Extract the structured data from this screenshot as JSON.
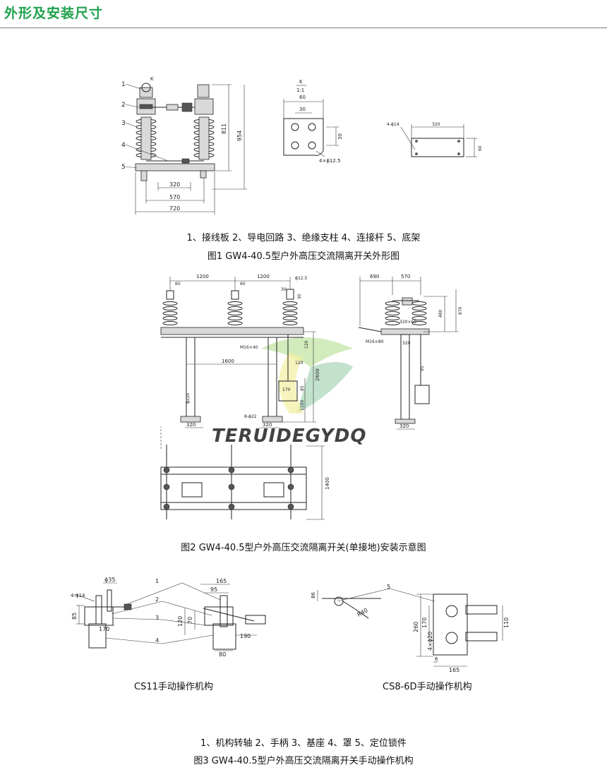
{
  "header": {
    "title": "外形及安装尺寸"
  },
  "fig1": {
    "legend": "1、接线板   2、导电回路   3、绝缘支柱   4、连接杆   5、底架",
    "caption": "图1  GW4-40.5型户外高压交流隔离开关外形图",
    "part_numbers": [
      "1",
      "2",
      "3",
      "4",
      "5"
    ],
    "k_label": "K",
    "dims": {
      "d320": "320",
      "d570": "570",
      "d720": "720",
      "d811": "811",
      "d954": "954"
    },
    "detail": {
      "k": "K",
      "scale": "1:1",
      "d60": "60",
      "d30a": "30",
      "d30b": "30",
      "holes": "4×ϕ12.5"
    },
    "base": {
      "holes": "4-ϕ14",
      "d320": "320",
      "d60": "60"
    }
  },
  "fig2": {
    "caption": "图2  GW4-40.5型户外高压交流隔离开关(单接地)安装示意图",
    "watermark": "TERUIDEGYDQ",
    "dims": {
      "d1200a": "1200",
      "d1200b": "1200",
      "d60a": "60",
      "d60b": "60",
      "d12_5": "ϕ12.5",
      "d30a": "30",
      "d30b": "30",
      "m16x40": "M16×40",
      "d120a": "120",
      "d1600": "1600",
      "d120b": "120",
      "d2600": "2600",
      "d170": "170",
      "d85": "85",
      "d1100": "1100",
      "d220": "ϕ220",
      "holes": "8-ϕ22",
      "d320a": "320",
      "d320b": "320",
      "d1400": "1400",
      "d690": "690",
      "d570": "570",
      "d480": "480",
      "d870": "870",
      "d320x60": "320×60",
      "m16x80": "M16×80",
      "d320c": "320",
      "d95": "95",
      "d320d": "320"
    }
  },
  "fig3": {
    "sub_a": "CS11手动操作机构",
    "sub_b": "CS8-6D手动操作机构",
    "legend": "1、机构转轴   2、手柄   3、基座   4、罩   5、定位锁件",
    "caption": "图3  GW4-40.5型户外高压交流隔离开关手动操作机构",
    "dims_a": {
      "d35": "ϕ35",
      "d165": "165",
      "d14": "4-ϕ14",
      "d95": "95",
      "d85": "85",
      "d120": "120",
      "d70": "70",
      "d170": "170",
      "d190": "190",
      "d80": "80",
      "n1": "1",
      "n2": "2",
      "n3": "3",
      "n4": "4"
    },
    "dims_b": {
      "d86": "86",
      "n5": "5",
      "r40": "R40",
      "d260": "260",
      "d170": "170",
      "d20": "4×ϕ20",
      "d110": "110",
      "d6": "6",
      "d165": "165"
    }
  }
}
